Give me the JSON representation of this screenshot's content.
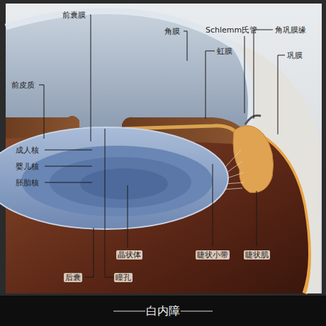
{
  "diagram": {
    "caption": "白内障",
    "labels": [
      "前囊膜",
      "角膜",
      "Schlemm氏管",
      "角巩膜缘",
      "虹膜",
      "巩膜",
      "前皮质",
      "成人核",
      "婴儿核",
      "胚胎核",
      "晶状体",
      "睫状小带",
      "睫状肌",
      "后囊",
      "瞳孔"
    ]
  }
}
